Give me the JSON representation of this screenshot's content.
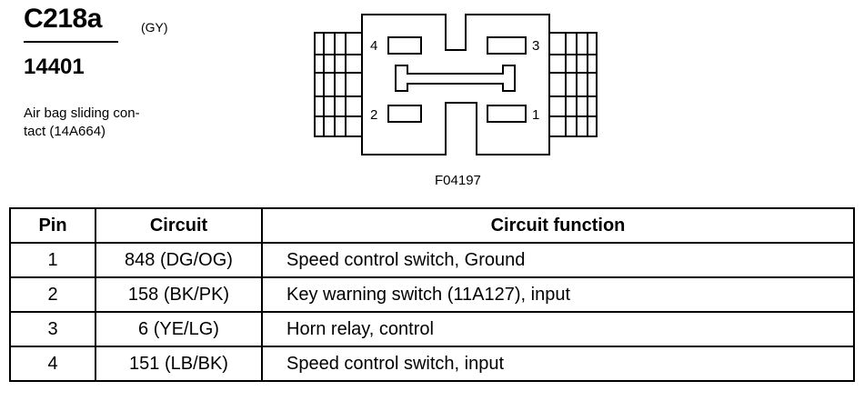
{
  "connector": {
    "id": "C218a",
    "color_code": "(GY)",
    "part_number": "14401",
    "description_lines": [
      "Air bag sliding con-",
      "tact (14A664)"
    ]
  },
  "figure": {
    "id": "F04197",
    "pin_labels": [
      "1",
      "2",
      "3",
      "4"
    ]
  },
  "table": {
    "headers": [
      "Pin",
      "Circuit",
      "Circuit function"
    ],
    "rows": [
      {
        "pin": "1",
        "circuit": "848 (DG/OG)",
        "function": "Speed control switch, Ground"
      },
      {
        "pin": "2",
        "circuit": "158 (BK/PK)",
        "function": "Key warning switch (11A127), input"
      },
      {
        "pin": "3",
        "circuit": "6 (YE/LG)",
        "function": "Horn relay, control"
      },
      {
        "pin": "4",
        "circuit": "151 (LB/BK)",
        "function": "Speed control switch, input"
      }
    ]
  }
}
